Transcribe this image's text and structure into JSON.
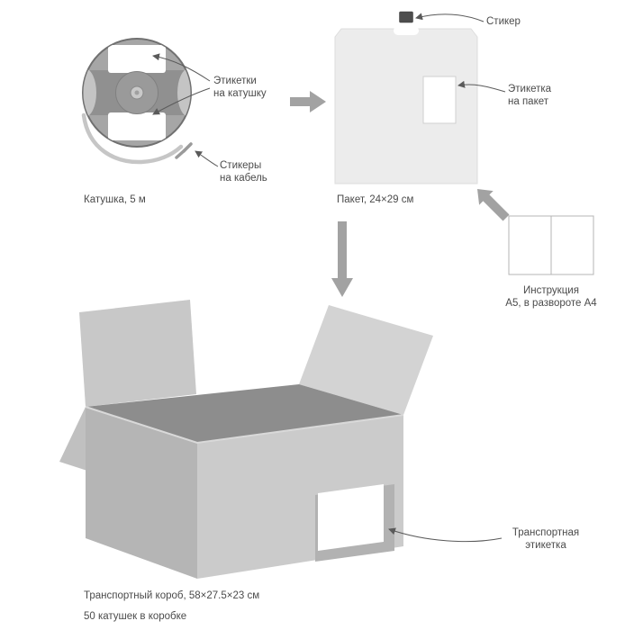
{
  "colors": {
    "background": "#ffffff",
    "text": "#4b4b4b",
    "big_arrow": "#a2a2a2",
    "pointer_line": "#5a5a5a",
    "sticker_dark": "#4d4d4d"
  },
  "reel": {
    "caption": "Катушка, 5 м",
    "labels_annotation": "Этикетки\nна катушку",
    "cable_annotation": "Стикеры\nна кабель"
  },
  "package": {
    "caption": "Пакет, 24×29 см",
    "sticker_annotation": "Стикер",
    "label_annotation": "Этикетка\nна пакет"
  },
  "instruction": {
    "caption": "Инструкция\nА5, в развороте А4"
  },
  "box": {
    "caption_size": "Транспортный короб, 58×27.5×23 см",
    "caption_quantity": "50 катушек в коробке",
    "label_annotation": "Транспортная\nэтикетка"
  }
}
